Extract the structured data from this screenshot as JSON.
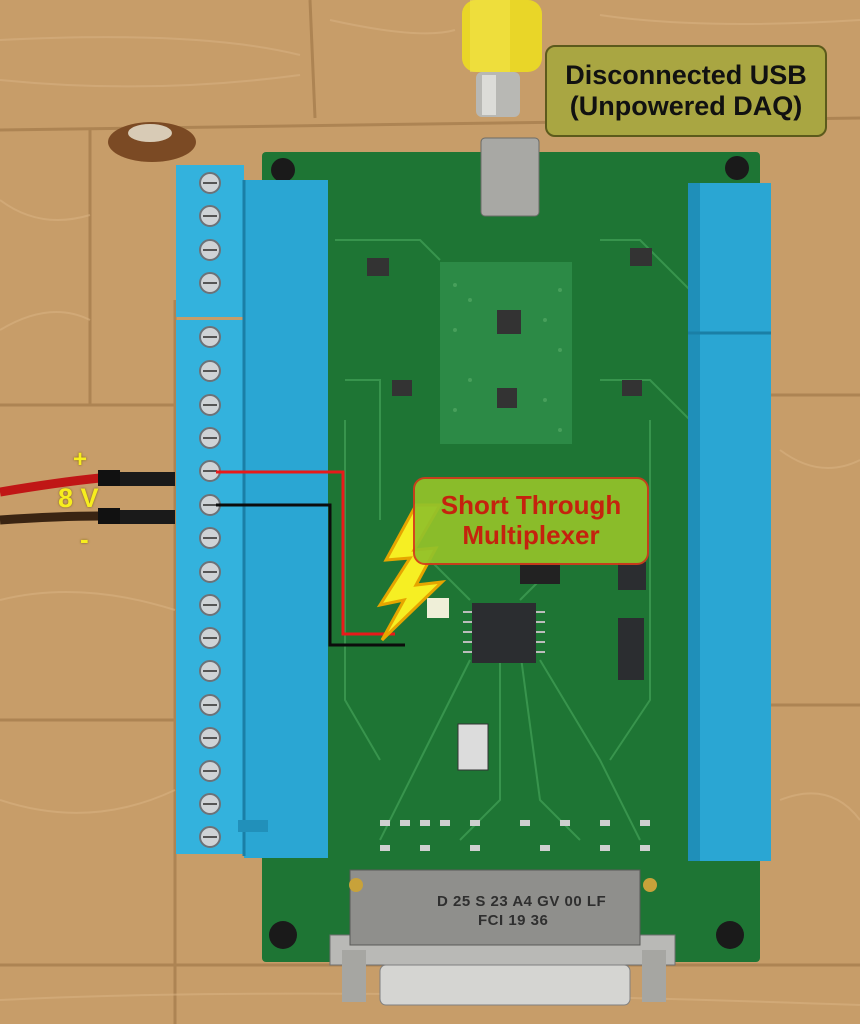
{
  "annotations": {
    "usb_callout": {
      "line1": "Disconnected USB",
      "line2": "(Unpowered DAQ)"
    },
    "short_callout": {
      "line1": "Short Through",
      "line2": "Multiplexer"
    },
    "wire_labels": {
      "plus": "+",
      "voltage": "8 V",
      "minus": "-"
    }
  },
  "connector_marking": {
    "line1": "D 25 S 23 A4 GV 00 LF",
    "line2": "FCI 19 36"
  },
  "colors": {
    "wood": "#c9a06b",
    "pcb": "#1f7a35",
    "terminal_block": "#29a9d6",
    "usb_cable": "#e8d22a",
    "positive_wire": "#d01818",
    "negative_wire": "#141414",
    "callout_short_border": "#d23b1b"
  }
}
